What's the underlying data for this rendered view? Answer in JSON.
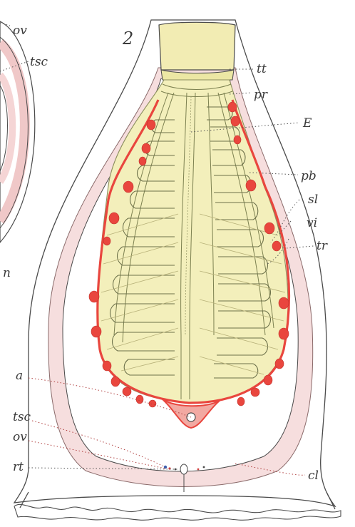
{
  "figure": {
    "number": "2",
    "labels": {
      "ov_top": "ov",
      "tsc_top": "tsc",
      "n": "n",
      "tt": "tt",
      "pr": "pr",
      "E": "E",
      "pb": "pb",
      "sl": "sl",
      "vi": "vi",
      "tr": "tr",
      "a": "a",
      "tsc_bottom": "tsc",
      "ov_bottom": "ov",
      "rt": "rt",
      "cl": "cl"
    }
  },
  "colors": {
    "tunic": "#ffffff",
    "tunic_pink": "#f6dede",
    "body_yellow": "#f3efbb",
    "body_edge": "#ece7a4",
    "red": "#e9463e",
    "red_light": "#f2a9a2",
    "siphon": "#f2ecb3"
  }
}
